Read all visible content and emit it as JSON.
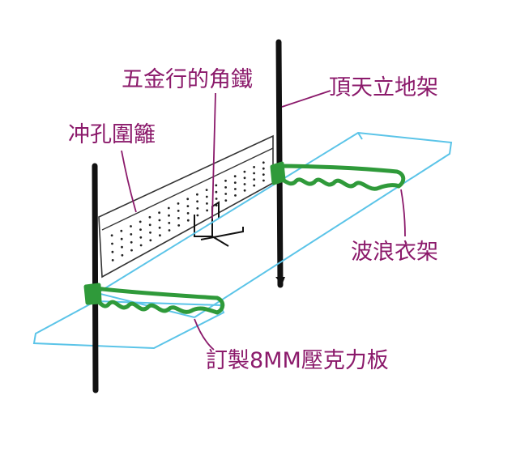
{
  "labels": {
    "angle_iron": "五金行的角鐵",
    "pole": "頂天立地架",
    "mesh_panel": "冲孔圍籬",
    "wave_hanger": "波浪衣架",
    "acrylic_board": "訂製8MM壓克力板"
  },
  "colors": {
    "label_text": "#8b1a6b",
    "leader_line": "#8b1a6b",
    "pole": "#111111",
    "board": "#5bc4e8",
    "hanger": "#2f9a3a",
    "panel_dots": "#222222"
  }
}
